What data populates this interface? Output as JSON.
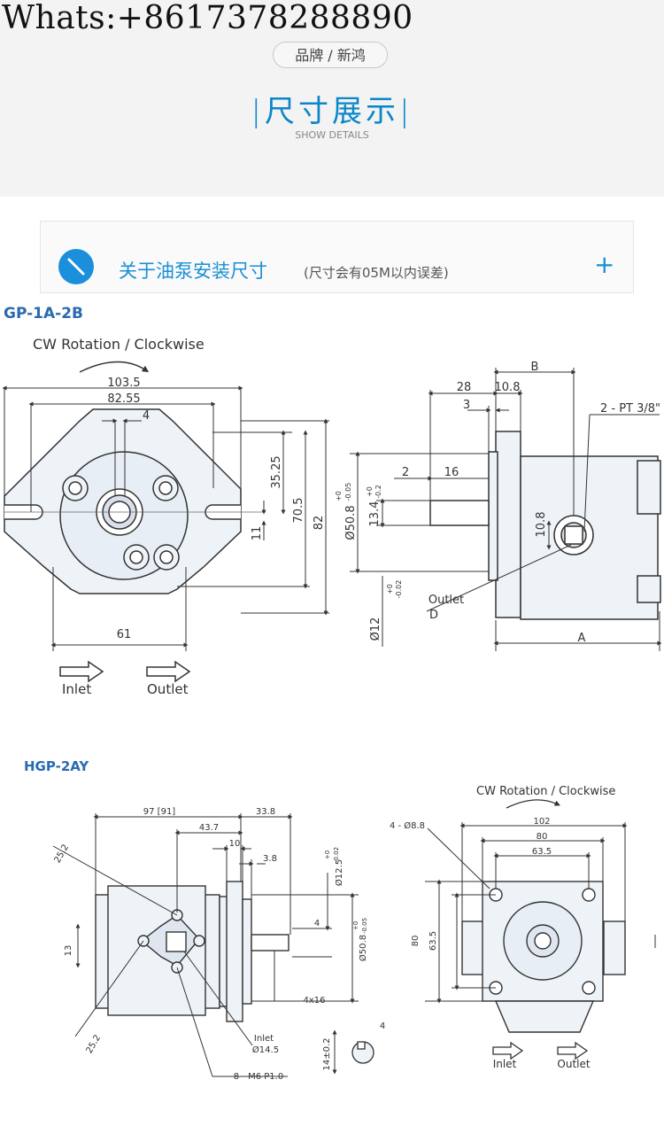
{
  "header": {
    "phone": "Whats:+8617378288890",
    "brand": "品牌 / 新鸿",
    "title": "尺寸展示",
    "title_bar_left": "|",
    "title_bar_right": "|",
    "subtitle": "SHOW DETAILS"
  },
  "panel": {
    "label": "关于油泵安装尺寸",
    "note": "(尺寸会有05M以内误差)",
    "expand": "+"
  },
  "drawing1": {
    "model": "GP-1A-2B",
    "rotation": "CW Rotation / Clockwise",
    "dims": {
      "d1035": "103.5",
      "d8255": "82.55",
      "d4": "4",
      "d3525": "35.25",
      "d705": "70.5",
      "d82": "82",
      "d11": "11",
      "d61": "61",
      "dB": "B",
      "d28": "28",
      "d108": "10.8",
      "d3": "3",
      "pt": "2 - PT 3/8\"",
      "d2": "2",
      "d16": "16",
      "d508": "Ø50.8",
      "d508tol": "-0.05",
      "d508tol0": "+0",
      "d134": "13.4",
      "d134tol": "-0.2",
      "d134tol0": "+0",
      "d108b": "10.8",
      "d12": "Ø12",
      "d12tol": "-0.02",
      "d12tol0": "+0",
      "outlet": "Outlet",
      "dD": "D",
      "dA": "A"
    },
    "inlet": "Inlet",
    "outlet": "Outlet"
  },
  "drawing2": {
    "model": "HGP-2AY",
    "rotation": "CW Rotation / Clockwise",
    "dims": {
      "d97": "97 [91]",
      "d338": "33.8",
      "d437": "43.7",
      "d10": "10",
      "d38": "3.8",
      "d252a": "25.2",
      "d252b": "25.2",
      "d13": "13",
      "d125": "Ø12.5",
      "d125tol": "-0.02",
      "d125tol0": "+0",
      "d4": "4",
      "d508": "Ø50.8",
      "d508tol": "-0.05",
      "d508tol0": "+0",
      "d4x16": "4x16",
      "inlet": "Inlet",
      "d145": "Ø14.5",
      "m6": "8 - M6  P1.0",
      "d14": "14±0.2",
      "d4b": "4",
      "d488": "4 - Ø8.8",
      "d102": "102",
      "d80": "80",
      "d635": "63.5",
      "d80v": "80",
      "d635v": "63.5"
    },
    "inlet": "Inlet",
    "outlet": "Outlet"
  },
  "colors": {
    "accent": "#0a86c9",
    "pump_fill": "#eef3f8",
    "line": "#333333"
  }
}
